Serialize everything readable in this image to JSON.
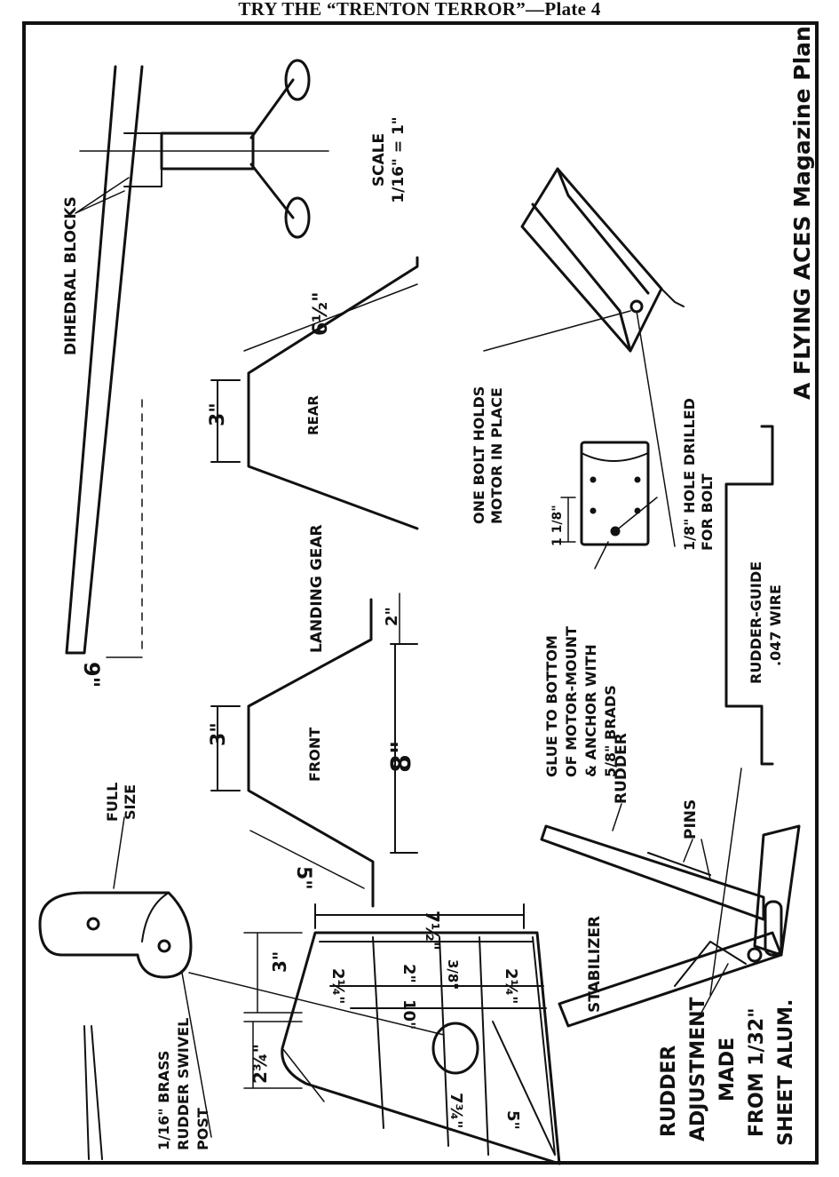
{
  "header": {
    "title": "TRY THE “TRENTON TERROR”—Plate 4"
  },
  "credit": "A FLYING ACES Magazine Plan",
  "scale_label": {
    "word": "SCALE",
    "value": "1/16\" = 1\""
  },
  "wing": {
    "label": "DIHEDRAL BLOCKS",
    "span_dim": "9\""
  },
  "landing_gear": {
    "title": "LANDING GEAR",
    "rear": {
      "label": "REAR",
      "leg_dim": "6½\"",
      "top_dim": "3\""
    },
    "front": {
      "label": "FRONT",
      "leg_dim": "5\"",
      "top_dim": "3\"",
      "width_dim": "8\"",
      "foot_dim": "2\""
    }
  },
  "motor_mount": {
    "bolt_note": [
      "ONE BOLT HOLDS",
      "MOTOR IN PLACE"
    ],
    "hole_note": [
      "1/8\" HOLE DRILLED",
      "FOR BOLT"
    ],
    "glue_note": [
      "GLUE TO BOTTOM",
      "OF MOTOR-MOUNT",
      "& ANCHOR WITH",
      "5/8\" BRADS"
    ],
    "offset_dim": "1 1/8\""
  },
  "rudder_guide": {
    "lines": [
      "RUDDER-GUIDE",
      ".047 WIRE"
    ]
  },
  "rudder_assembly": {
    "rudder": "RUDDER",
    "pins": "PINS",
    "stabilizer": "STABILIZER"
  },
  "rudder_adjustment": {
    "lines": [
      "RUDDER",
      "ADJUSTMENT",
      "MADE",
      "FROM 1/32\"",
      "SHEET ALUM."
    ]
  },
  "swivel_post": {
    "full_size": [
      "FULL",
      "SIZE"
    ],
    "lines": [
      "1/16\" BRASS",
      "RUDDER SWIVEL",
      "POST"
    ]
  },
  "tail": {
    "length_dim": "7½\"",
    "dims": [
      "3\"",
      "2¾\"",
      "2¼\"",
      "2\"",
      "3/8\"",
      "2¼\"",
      "10\"",
      "7¾\"",
      "5\""
    ]
  }
}
